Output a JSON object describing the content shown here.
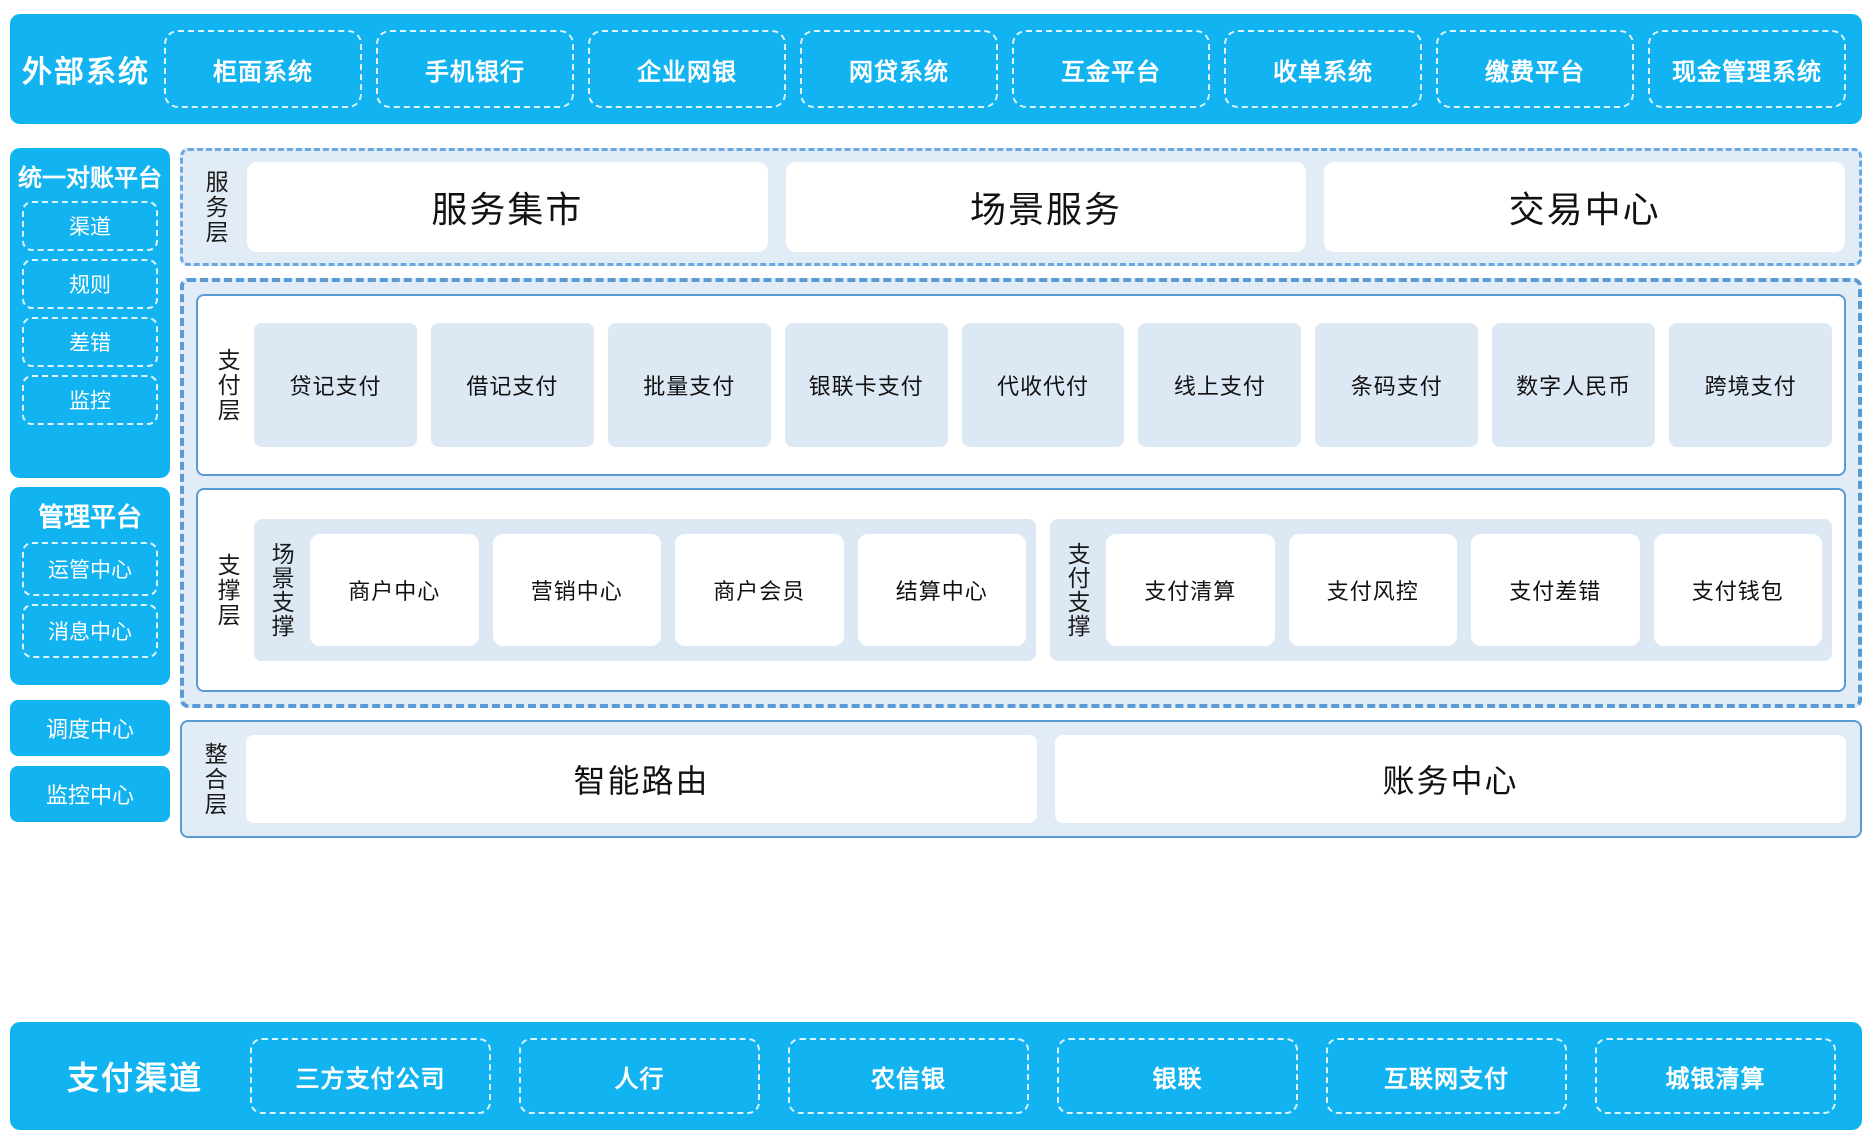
{
  "external": {
    "title": "外部系统",
    "items": [
      "柜面系统",
      "手机银行",
      "企业网银",
      "网贷系统",
      "互金平台",
      "收单系统",
      "缴费平台",
      "现金管理系统"
    ]
  },
  "left": {
    "recon": {
      "title": "统一对账平台",
      "items": [
        "渠道",
        "规则",
        "差错",
        "监控"
      ]
    },
    "mgmt": {
      "title": "管理平台",
      "items": [
        "运管中心",
        "消息中心"
      ]
    },
    "standalone": [
      "调度中心",
      "监控中心"
    ]
  },
  "service_layer": {
    "label": "服务层",
    "items": [
      "服务集市",
      "场景服务",
      "交易中心"
    ]
  },
  "pay_layer": {
    "label": "支付层",
    "items": [
      "贷记支付",
      "借记支付",
      "批量支付",
      "银联卡支付",
      "代收代付",
      "线上支付",
      "条码支付",
      "数字人民币",
      "跨境支付"
    ]
  },
  "support_layer": {
    "label": "支撑层",
    "groups": [
      {
        "label": "场景支撑",
        "items": [
          "商户中心",
          "营销中心",
          "商户会员",
          "结算中心"
        ]
      },
      {
        "label": "支付支撑",
        "items": [
          "支付清算",
          "支付风控",
          "支付差错",
          "支付钱包"
        ]
      }
    ]
  },
  "integration_layer": {
    "label": "整合层",
    "items": [
      "智能路由",
      "账务中心"
    ]
  },
  "channel": {
    "title": "支付渠道",
    "items": [
      "三方支付公司",
      "人行",
      "农信银",
      "银联",
      "互联网支付",
      "城银清算"
    ]
  },
  "colors": {
    "brand_blue": "#11b3f0",
    "panel_blue": "#e1ecf7",
    "chip_blue": "#dde8f5",
    "border_blue": "#5b9bd5"
  }
}
